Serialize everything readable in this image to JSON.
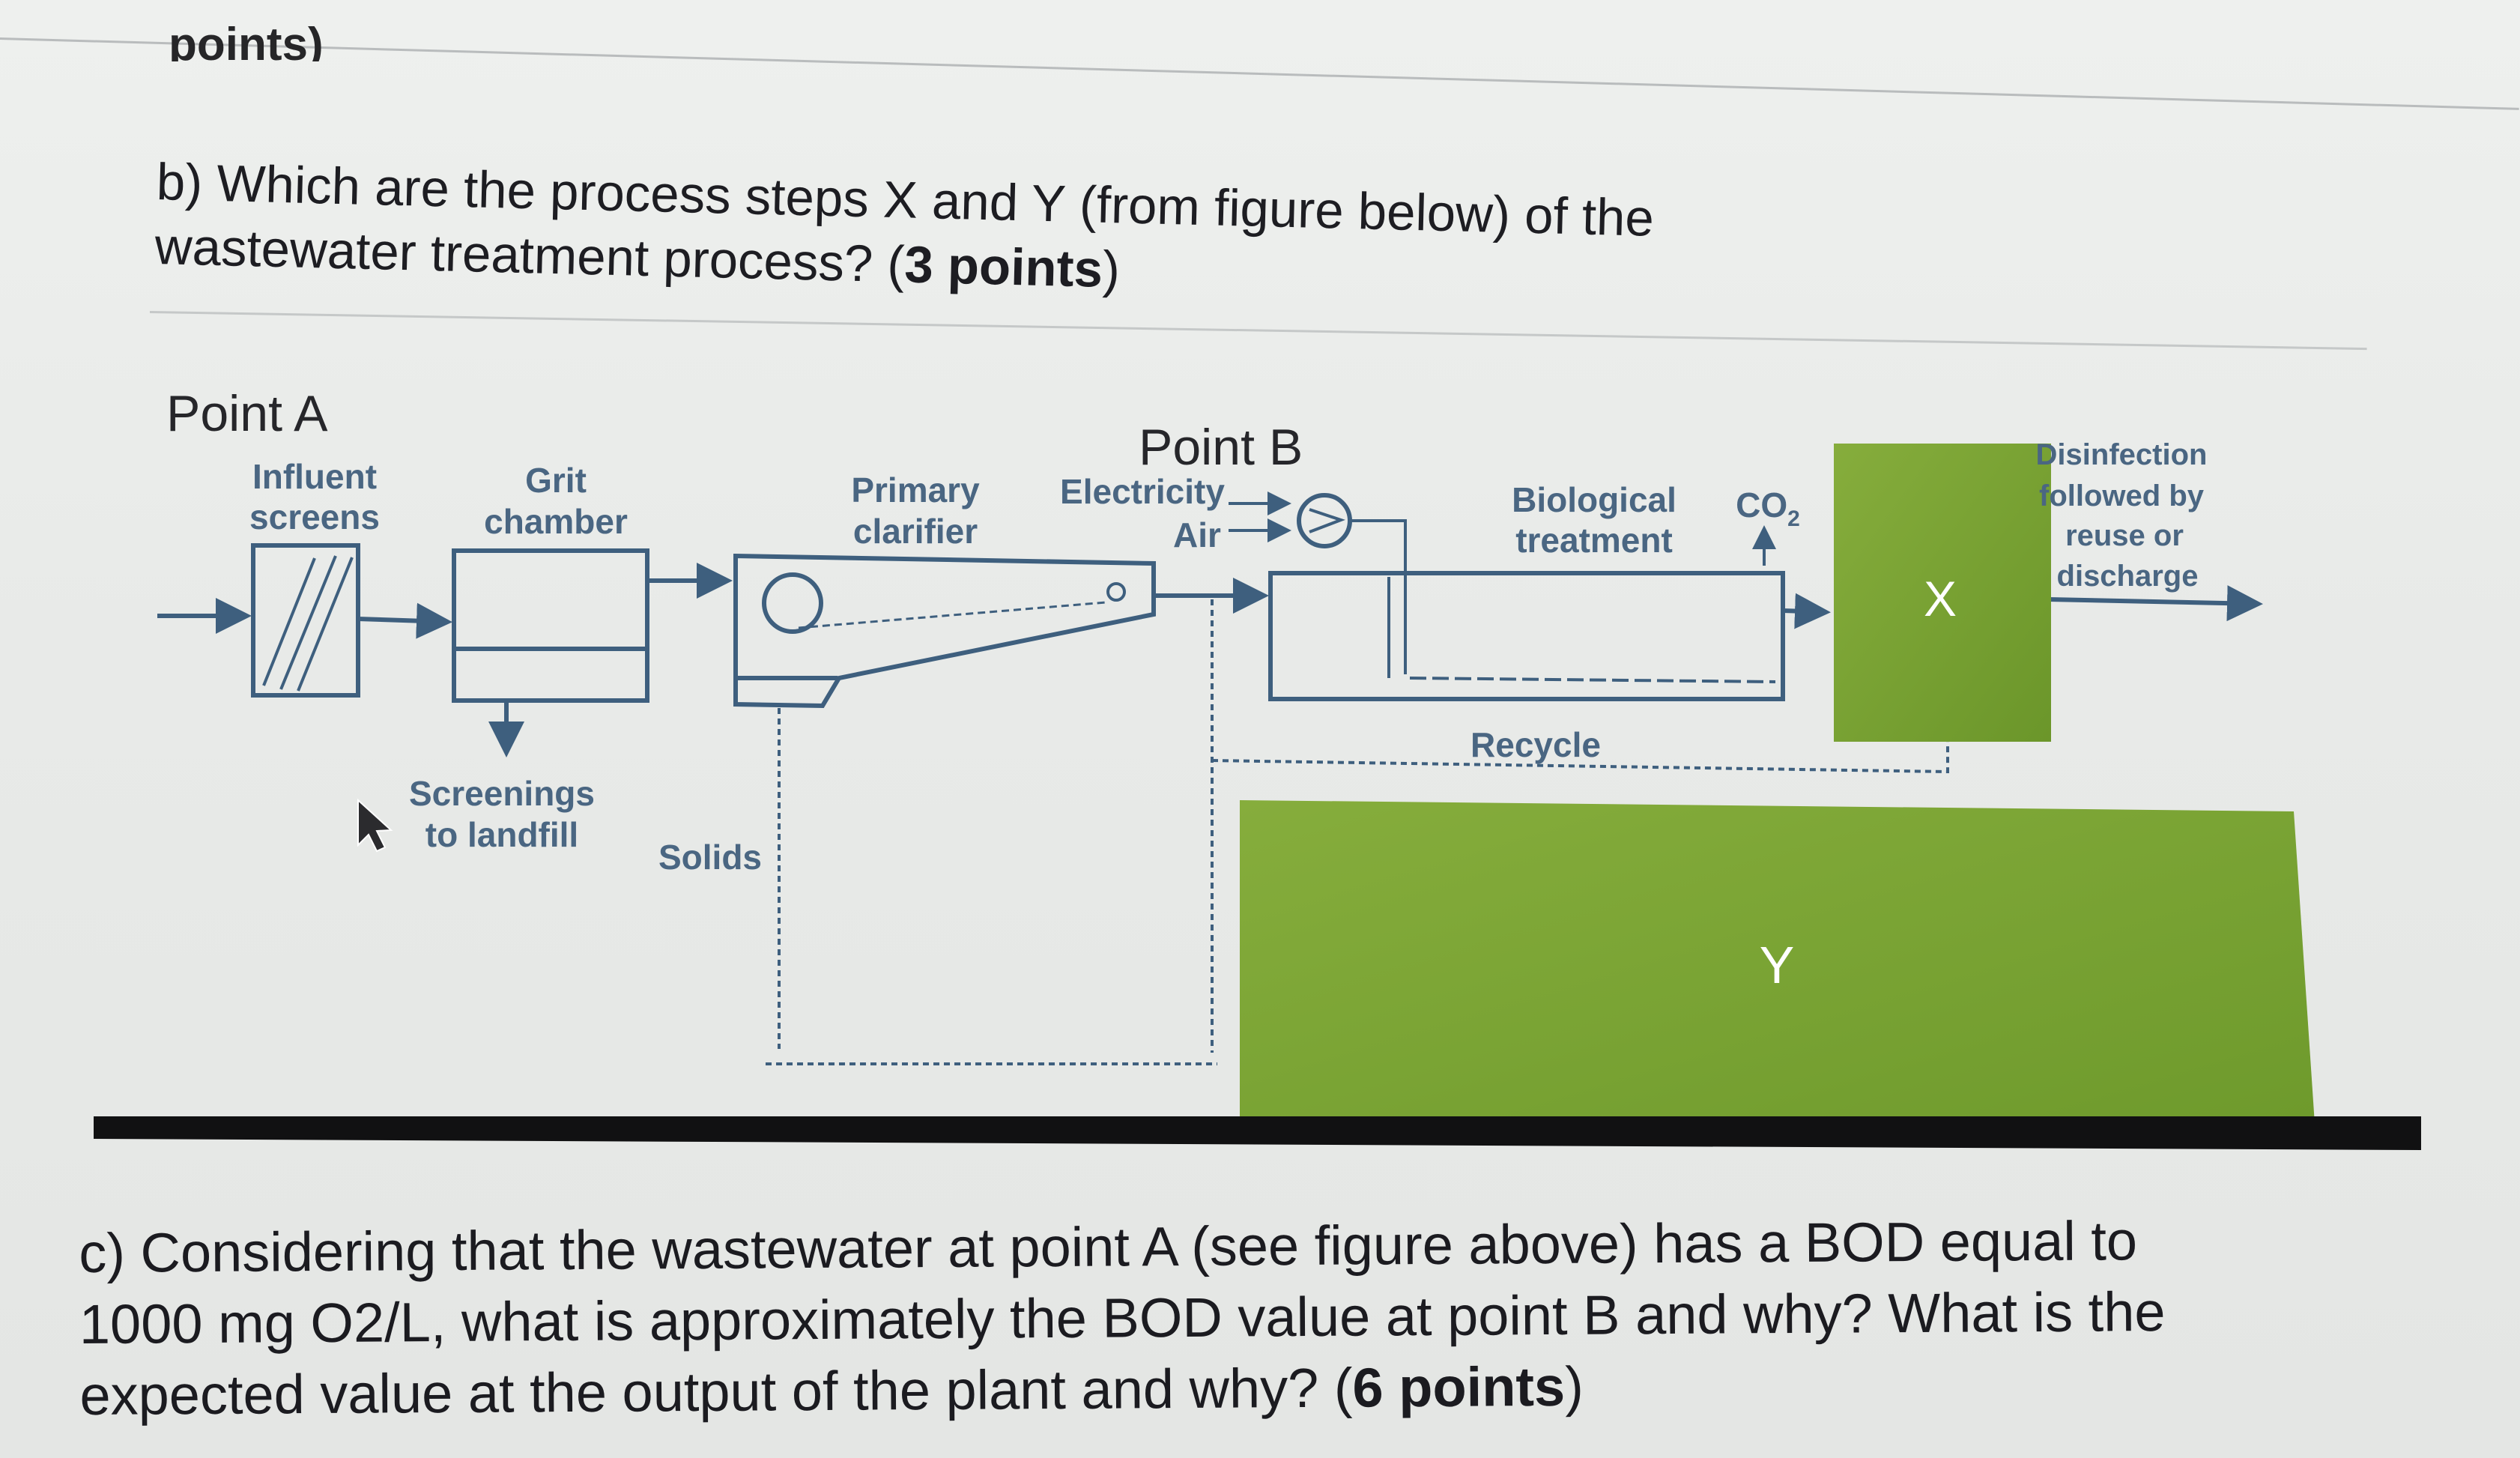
{
  "header": {
    "cut_title": "points)"
  },
  "question_b": {
    "line1": "b) Which are the process steps X and Y (from figure below) of the",
    "line2_pre": "wastewater treatment process? (",
    "line2_bold": "3 points",
    "line2_post": ")"
  },
  "diagram": {
    "point_a": "Point A",
    "point_b": "Point B",
    "influent_screens": [
      "Influent",
      "screens"
    ],
    "grit_chamber": [
      "Grit",
      "chamber"
    ],
    "primary_clarifier": [
      "Primary",
      "clarifier"
    ],
    "electricity": "Electricity",
    "air": "Air",
    "biological_treatment": [
      "Biological",
      "treatment"
    ],
    "co2": "CO",
    "co2_sub": "2",
    "disinfection": [
      "Disinfection",
      "followed by",
      "reuse or",
      "discharge"
    ],
    "recycle": "Recycle",
    "screenings": [
      "Screenings",
      "to landfill"
    ],
    "solids": "Solids",
    "box_x": "X",
    "box_y": "Y",
    "colors": {
      "line": "#3e5f7e",
      "label": "#4a6682",
      "green_box": "#79a22f"
    }
  },
  "question_c": {
    "line1": "c) Considering that the wastewater at point A (see figure above) has a BOD equal to",
    "line2": "1000 mg O2/L, what is approximately the BOD value at point B and why? What is the",
    "line3_pre": "expected value at the output of the plant and why? (",
    "line3_bold": "6 points",
    "line3_post": ")"
  }
}
